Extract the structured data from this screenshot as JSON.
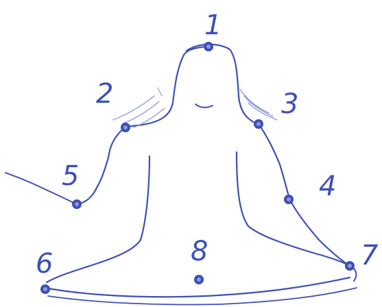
{
  "colors": {
    "ink": "#3c4fb8",
    "ink_light": "#8f99d6",
    "background": "#ffffff"
  },
  "points": [
    {
      "label": "1"
    },
    {
      "label": "2"
    },
    {
      "label": "3"
    },
    {
      "label": "4"
    },
    {
      "label": "5"
    },
    {
      "label": "6"
    },
    {
      "label": "7"
    },
    {
      "label": "8"
    }
  ]
}
